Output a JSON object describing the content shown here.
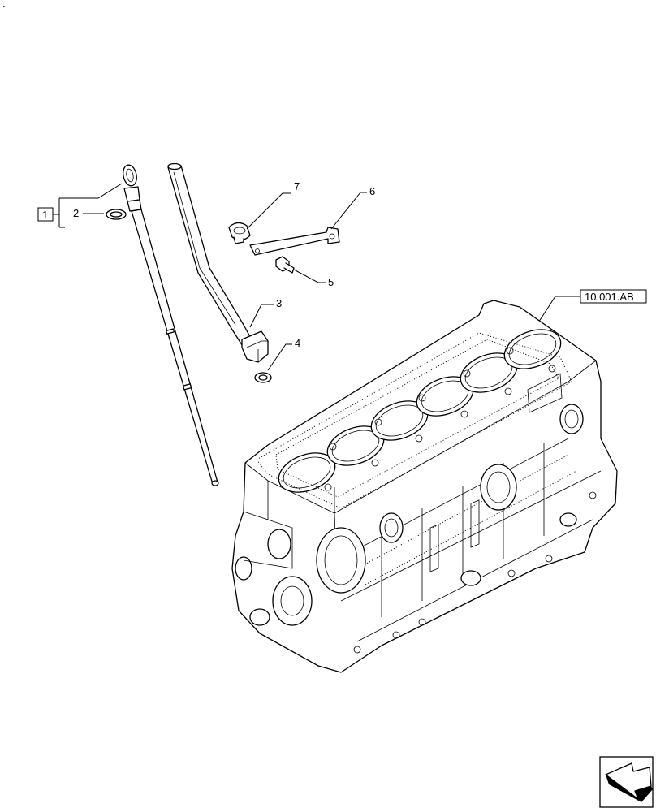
{
  "callouts": {
    "group": "1",
    "c2": "2",
    "c3": "3",
    "c4": "4",
    "c5": "5",
    "c6": "6",
    "c7": "7",
    "reference": "10.001.AB"
  },
  "corner_mark": "."
}
